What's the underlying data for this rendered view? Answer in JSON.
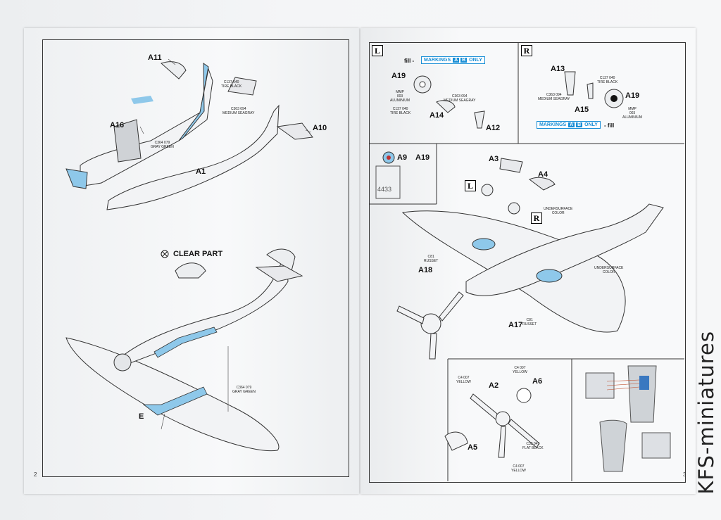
{
  "left_page": {
    "labels": {
      "a11": "A11",
      "a16": "A16",
      "a10": "A10",
      "a1": "A1",
      "e": "E",
      "clear_part": "CLEAR PART"
    },
    "paint_codes": {
      "tire_black": "C137 040\nTIRE BLACK",
      "med_seagray": "C363 094\nMEDIUM SEAGRAY",
      "gray_green_1": "C364 079\nGRAY GREEN",
      "gray_green_2": "C364 079\nGRAY GREEN"
    },
    "page_number": "2"
  },
  "right_page": {
    "boxes": {
      "l": "L",
      "r": "R",
      "l2": "L",
      "r2": "R"
    },
    "markings": {
      "prefix": "MARKINGS",
      "a": "A",
      "b": "B",
      "suffix": "ONLY"
    },
    "fill_left": "fill -",
    "fill_right": "- fill",
    "labels": {
      "a19_l": "A19",
      "a14": "A14",
      "a12": "A12",
      "a13": "A13",
      "a15": "A15",
      "a19_r": "A19",
      "a9_a19": "A9",
      "a19_decal": "A19",
      "a3": "A3",
      "a4": "A4",
      "a18": "A18",
      "a17": "A17",
      "a2": "A2",
      "a6": "A6",
      "a5": "A5"
    },
    "paint_codes": {
      "aluminium_l": "MMP\n003\nALUMINIUM",
      "tire_black_l": "C137 040\nTIRE BLACK",
      "medseagray_l": "C363 094\nMEDIUM SEAGRAY",
      "tire_black_r": "C137 040\nTIRE BLACK",
      "medseagray_r": "C363 094\nMEDIUM SEAGRAY",
      "aluminium_r": "MMP\n003\nALUMINIUM",
      "underside_1": "UNDERSURFACE\nCOLOR",
      "underside_2": "UNDERSURFACE\nCOLOR",
      "russet_1": "C81\nRUSSET",
      "russet_2": "C81\nRUSSET",
      "yellow_1": "C4 007\nYELLOW",
      "yellow_2": "C4 007\nYELLOW",
      "flat_black": "C33 041\nFLAT BLACK",
      "yellow_3": "C4 007\nYELLOW"
    },
    "decal_code": "4433",
    "page_number": "3"
  },
  "watermark": "KFS-miniatures",
  "colors": {
    "accent_blue": "#8ec8ea",
    "markings_blue": "#1a8fd6"
  }
}
